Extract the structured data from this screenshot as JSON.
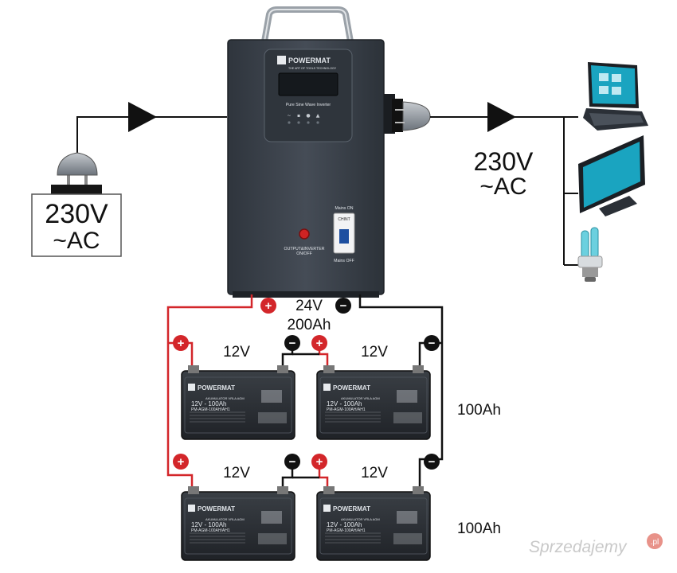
{
  "input": {
    "voltage": "230V",
    "type": "~AC"
  },
  "output": {
    "voltage": "230V",
    "type": "~AC"
  },
  "inverter": {
    "brand": "POWERMAT",
    "tagline": "THE ART OF TOOLS TECHNOLOGY",
    "model": "Pure Sine Wave Inverter",
    "switch_label_1": "OUTPUT&INVERTER",
    "switch_label_2": "ON/OFF",
    "mains_on": "Mains ON",
    "mains_off": "Mains OFF",
    "breaker_brand": "CHINT"
  },
  "bank": {
    "voltage": "24V",
    "capacity": "200Ah"
  },
  "battery": {
    "voltage_label": "12V",
    "brand": "POWERMAT",
    "type_label": "AKUMULATOR VRLA AGM",
    "rating": "12V - 100Ah",
    "model": "PM-AGM-100AH/AH1"
  },
  "row_capacity": [
    "100Ah",
    "100Ah"
  ],
  "polarity": {
    "plus": "+",
    "minus": "−"
  },
  "loads": [
    "laptop-icon",
    "monitor-icon",
    "cfl-bulb-icon"
  ],
  "watermark": {
    "text": "Sprzedajemy",
    "badge": ".pl"
  },
  "colors": {
    "positive": "#d3262a",
    "negative": "#111111",
    "inverter_body": "#3d444d",
    "accent": "#1aa4c0"
  }
}
